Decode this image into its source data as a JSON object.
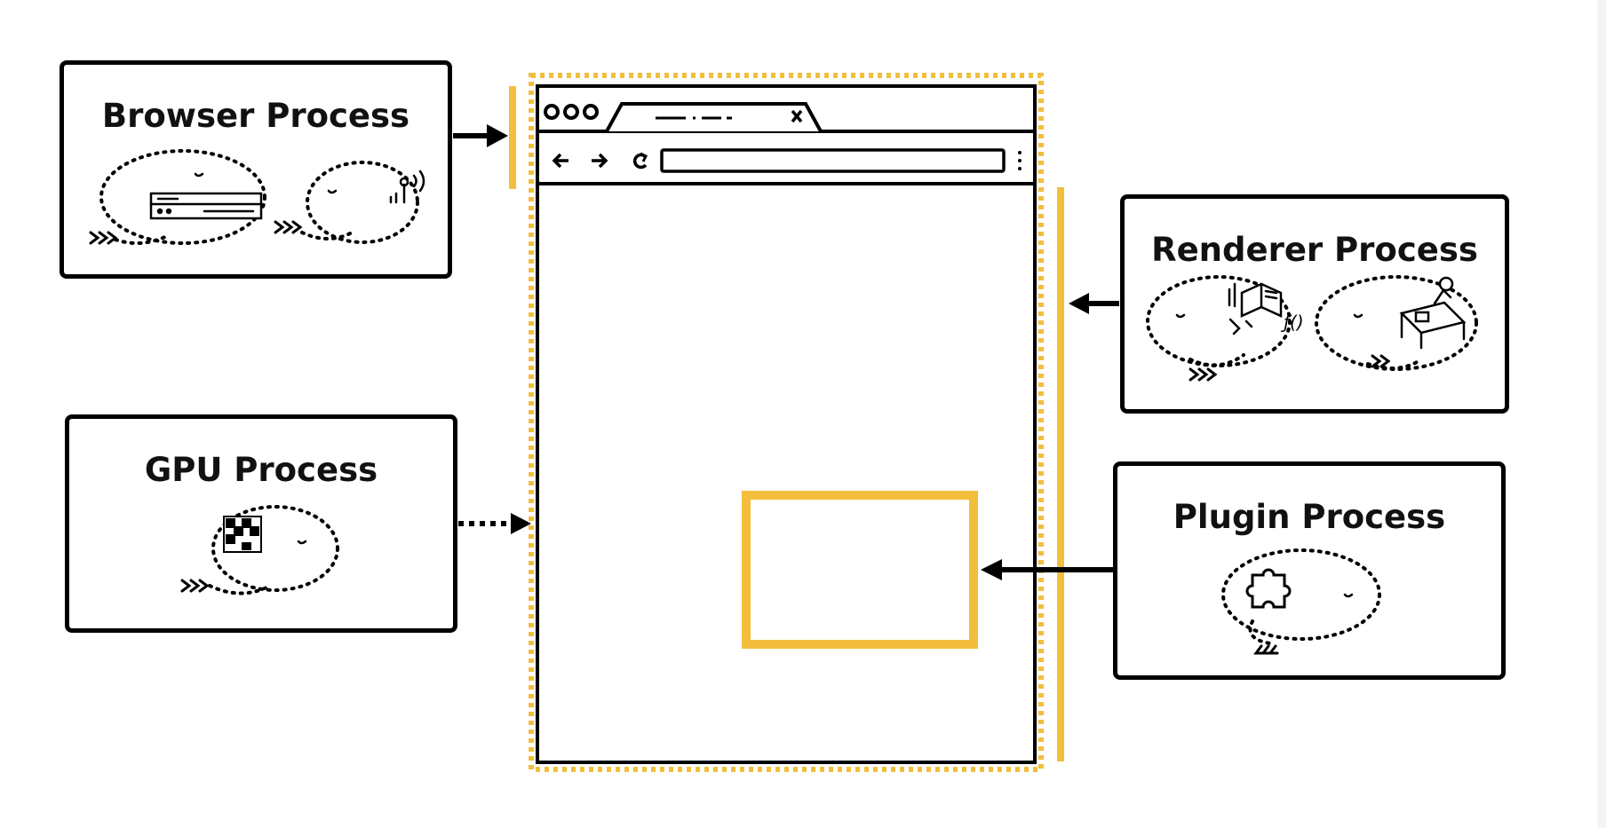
{
  "diagram": {
    "boxes": [
      {
        "id": "browser",
        "title": "Browser Process"
      },
      {
        "id": "gpu",
        "title": "GPU Process"
      },
      {
        "id": "renderer",
        "title": "Renderer Process"
      },
      {
        "id": "plugin",
        "title": "Plugin Process"
      }
    ],
    "colors": {
      "accent": "#f2be3c",
      "stroke": "#000000",
      "background": "#ffffff"
    },
    "icons": [
      "back-arrow-icon",
      "forward-arrow-icon",
      "reload-icon",
      "kebab-menu-icon",
      "tab-close-icon",
      "window-controls-icon",
      "puzzle-piece-icon",
      "grid-icon",
      "book-icon",
      "robot-arm-icon",
      "antenna-icon",
      "server-rack-icon"
    ]
  }
}
